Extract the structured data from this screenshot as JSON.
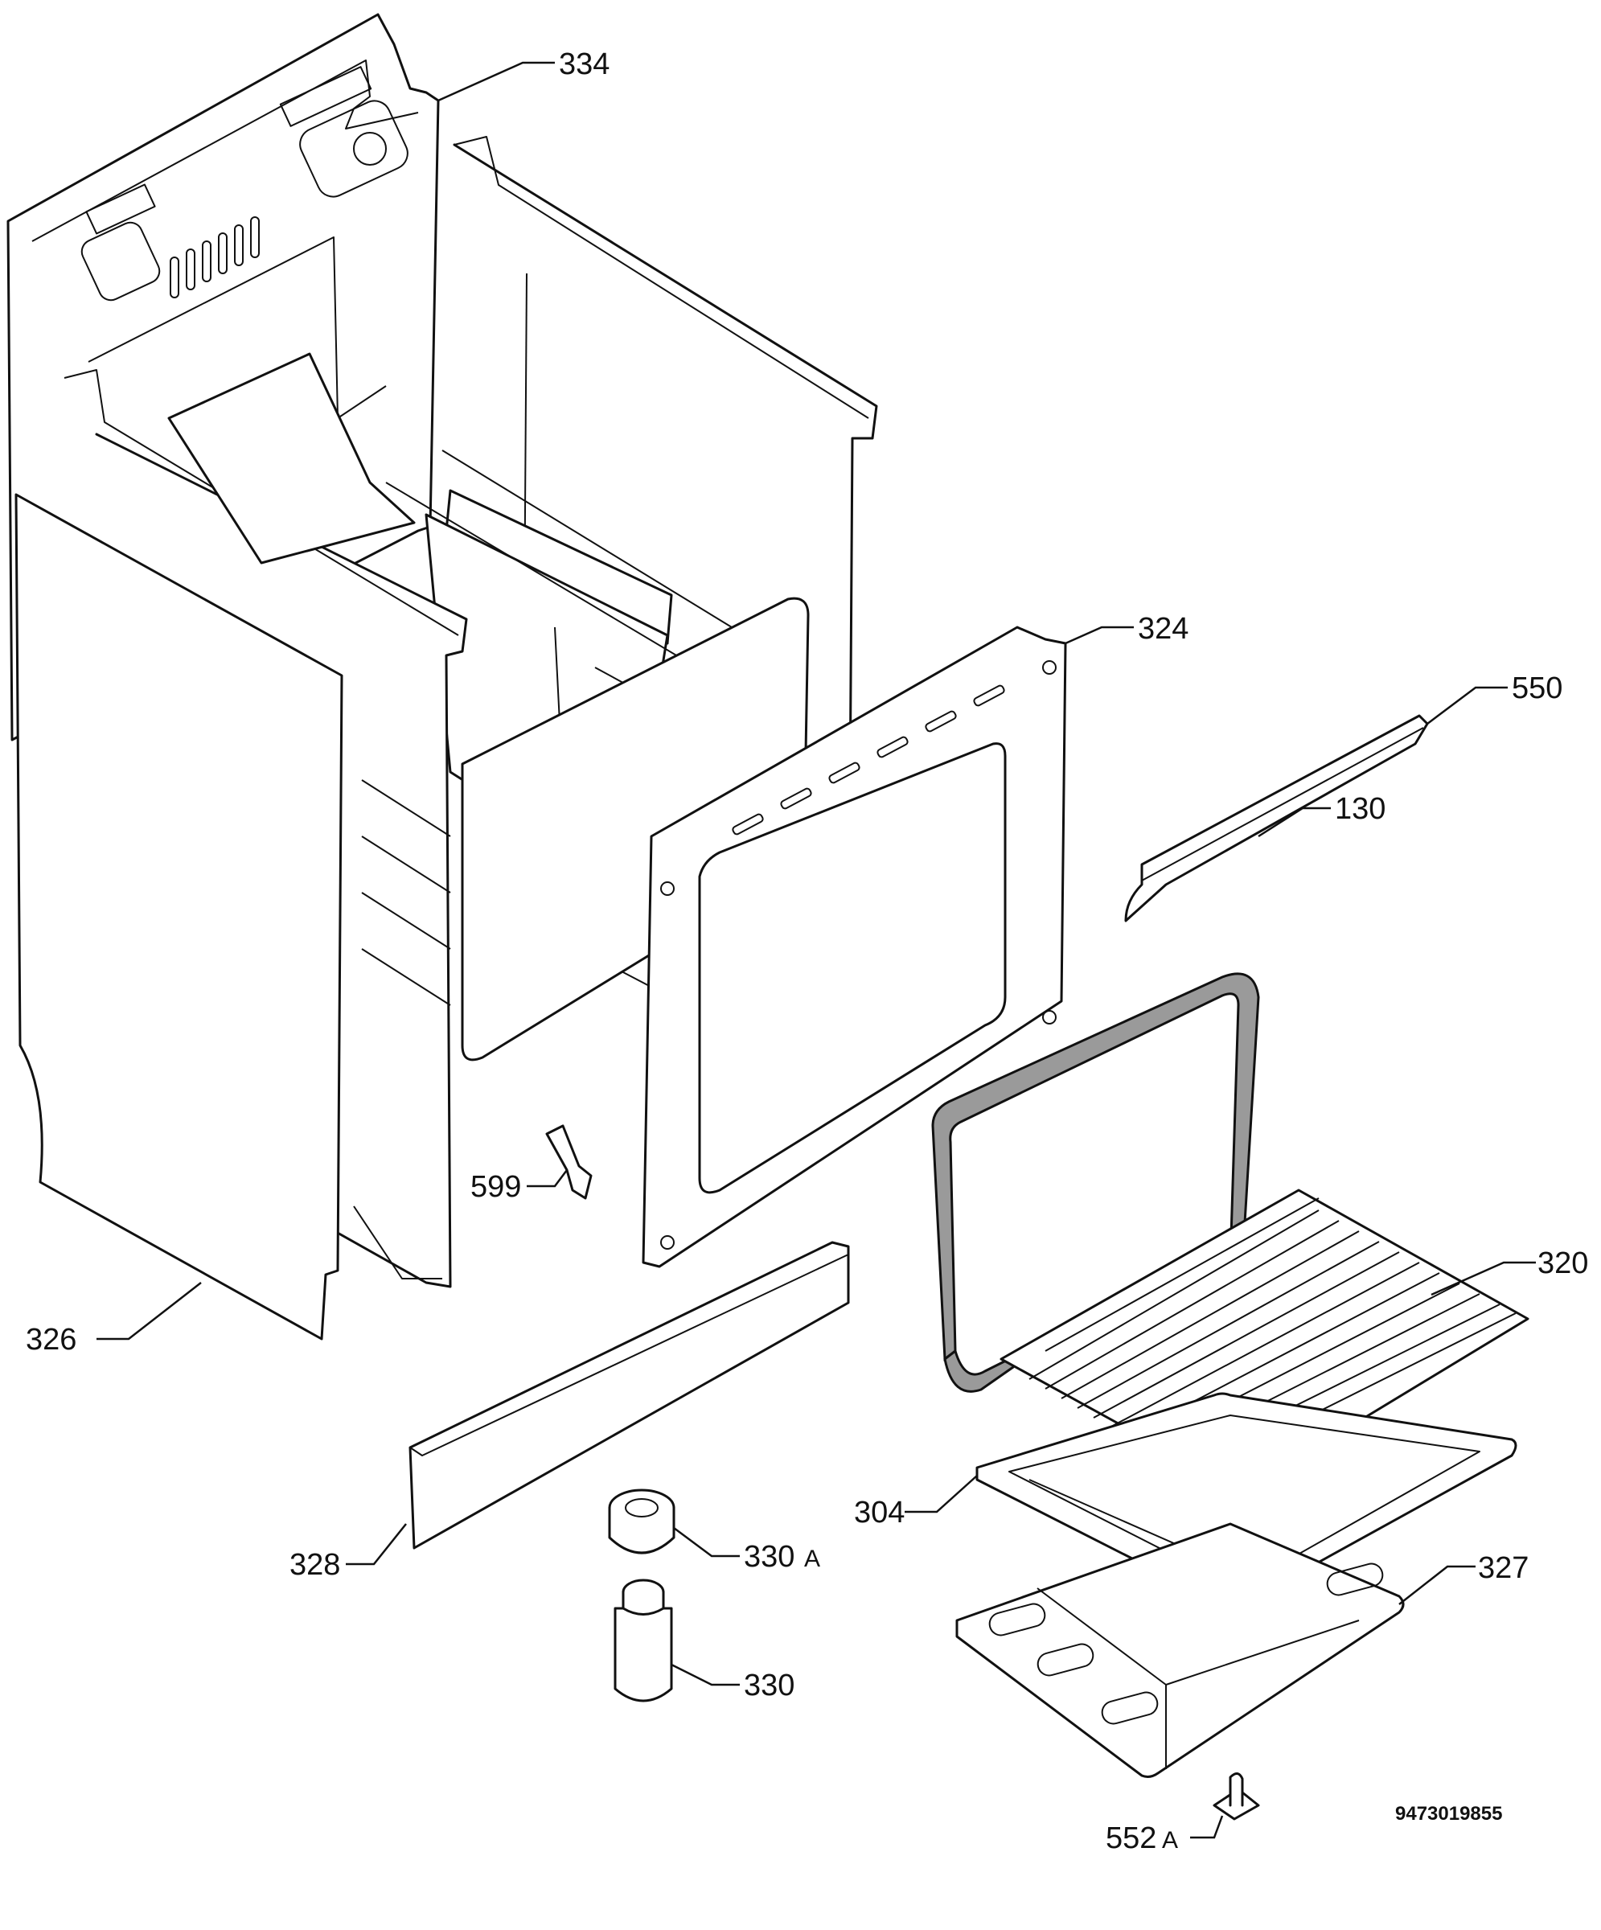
{
  "callouts": {
    "c334": "334",
    "c324": "324",
    "c550": "550",
    "c130": "130",
    "c599": "599",
    "c320": "320",
    "c326": "326",
    "c304": "304",
    "c328": "328",
    "c330a": "330",
    "c330a_suffix": "A",
    "c327": "327",
    "c330": "330",
    "c552a": "552",
    "c552a_suffix": "A"
  },
  "diagram_code": "9473019855"
}
